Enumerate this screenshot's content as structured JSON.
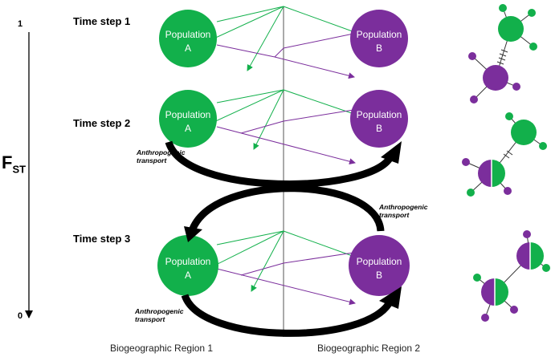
{
  "axis": {
    "label_main": "F",
    "label_sub": "ST",
    "top_tick": "1",
    "bottom_tick": "0"
  },
  "steps": [
    {
      "label": "Time step 1"
    },
    {
      "label": "Time step 2",
      "transport_a": "Anthropogenic transport"
    },
    {
      "label": "Time step 3",
      "transport_b": "Anthropogenic transport",
      "transport_a": "Anthropogenic transport"
    }
  ],
  "population_a": {
    "line1": "Population",
    "line2": "A"
  },
  "population_b": {
    "line1": "Population",
    "line2": "B"
  },
  "regions": {
    "left": "Biogeographic Region 1",
    "right": "Biogeographic Region 2"
  },
  "colors": {
    "green": "#12b04b",
    "purple": "#7b2e9c",
    "arrow": "#000000",
    "divider": "#555555"
  }
}
